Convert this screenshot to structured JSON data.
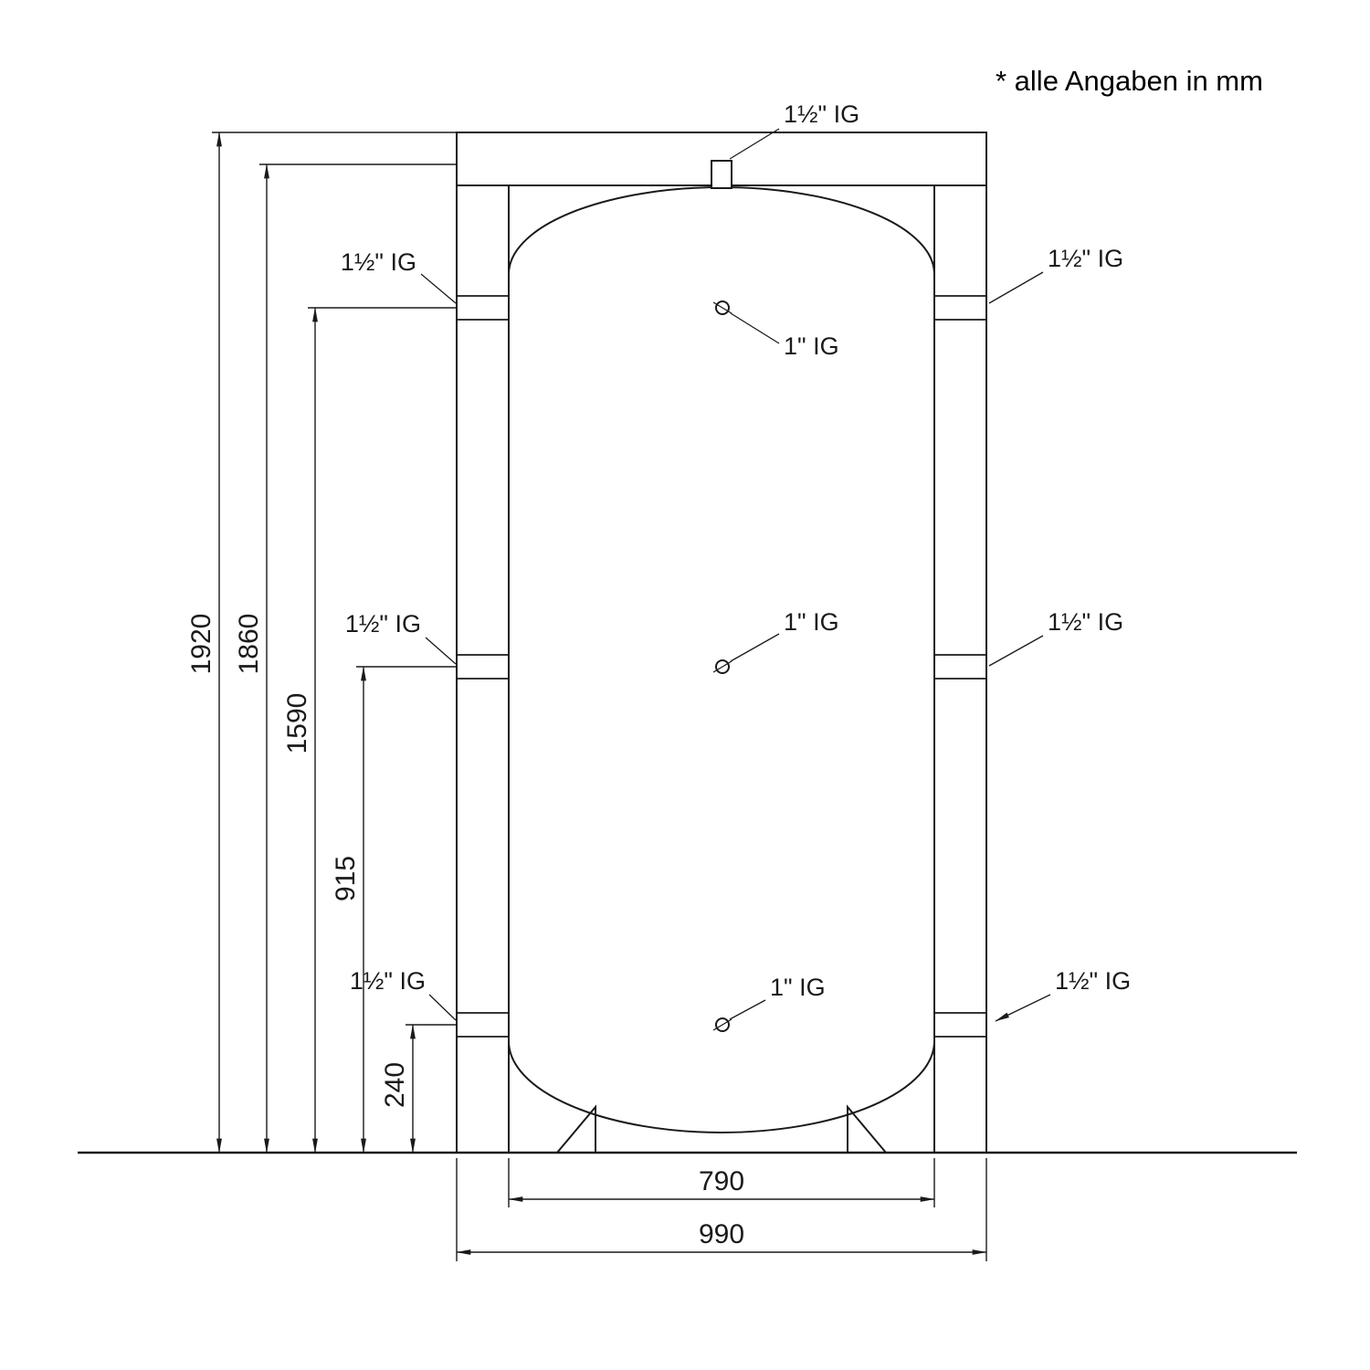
{
  "note": "* alle Angaben in mm",
  "drawing": {
    "units": "mm",
    "vertical_dimensions": [
      "1920",
      "1860",
      "1590",
      "915",
      "240"
    ],
    "horizontal_dimensions": [
      "790",
      "990"
    ],
    "labels": {
      "top_connection": "1½\" IG",
      "left_connections": [
        "1½\" IG",
        "1½\" IG",
        "1½\" IG"
      ],
      "right_connections": [
        "1½\" IG",
        "1½\" IG",
        "1½\" IG"
      ],
      "front_connections": [
        "1\" IG",
        "1\" IG",
        "1\" IG"
      ]
    },
    "colors": {
      "line": "#1a1a1a",
      "background": "#ffffff"
    }
  }
}
